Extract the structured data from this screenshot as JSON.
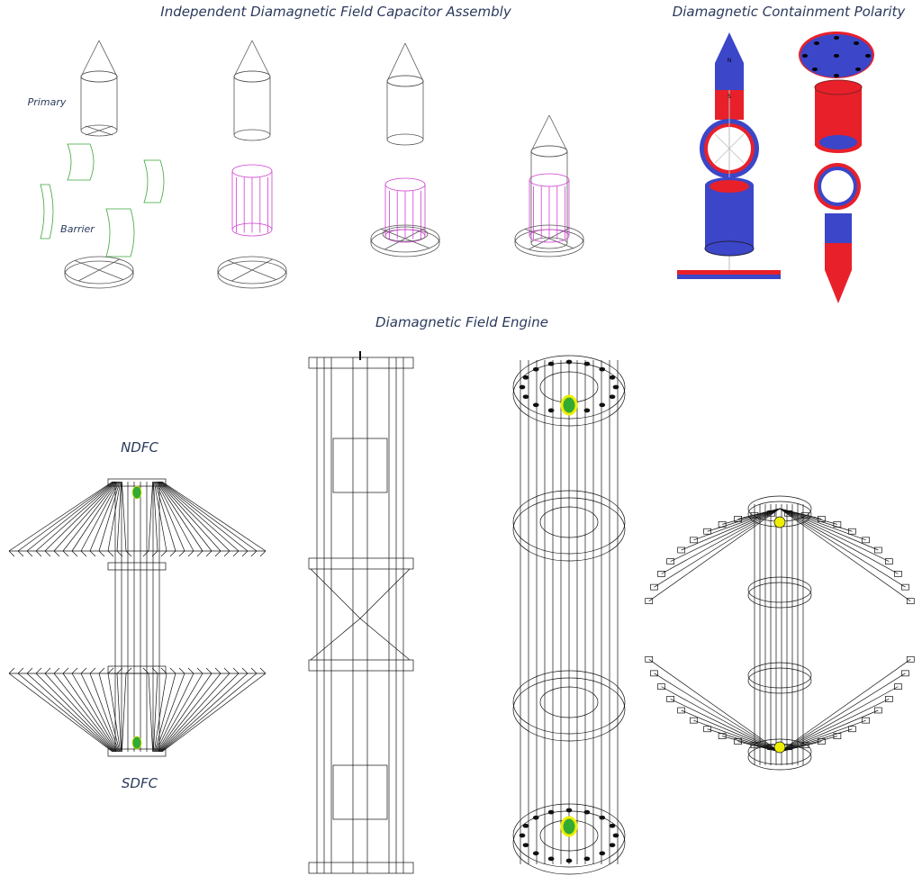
{
  "titles": {
    "capacitor_assembly": "Independent Diamagnetic Field Capacitor Assembly",
    "containment_polarity": "Diamagnetic Containment Polarity",
    "field_engine": "Diamagnetic Field Engine"
  },
  "labels": {
    "primary": "Primary",
    "barrier": "Barrier",
    "ndfc": "NDFC",
    "sdfc": "SDFC",
    "north": "N",
    "south": "S"
  },
  "colors": {
    "north_blue": "#3b46c8",
    "south_red": "#e8202a",
    "barrier_green": "#3aa53a",
    "insulator_magenta": "#d040d0",
    "wire": "#222222",
    "title_text": "#2b3a5c"
  }
}
